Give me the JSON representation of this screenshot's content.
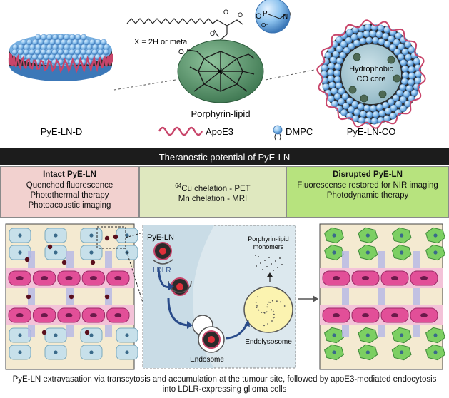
{
  "top": {
    "x_label": "X = 2H or metal",
    "metal_symbol": "X",
    "porphyrin_lipid_label": "Porphyrin-lipid",
    "disc_label": "PyE-LN-D",
    "sphere_label": "PyE-LN-CO",
    "core_label_line1": "Hydrophobic",
    "core_label_line2": "CO core",
    "legend_apoe3": "ApoE3",
    "legend_dmpc": "DMPC"
  },
  "banner": {
    "title": "Theranostic potential of PyE-LN"
  },
  "panels": {
    "intact": {
      "title": "Intact PyE-LN",
      "lines": [
        "Quenched fluorescence",
        "Photothermal therapy",
        "Photoacoustic imaging"
      ]
    },
    "middle": {
      "line1_sup": "64",
      "line1_text": "Cu chelation - PET",
      "line2": "Mn chelation - MRI"
    },
    "disrupted": {
      "title": "Disrupted PyE-LN",
      "lines": [
        "Fluorescense restored for NIR imaging",
        "Photodynamic therapy"
      ]
    }
  },
  "inset": {
    "pye_ln_label": "PyE-LN",
    "ldlr_label": "LDLR",
    "monomers_line1": "Porphyrin-lipid",
    "monomers_line2": "monomers",
    "endolysosome_label": "Endolysosome",
    "endosome_label": "Endosome"
  },
  "caption": {
    "line1": "PyE-LN extravasation via transcytosis and accumulation at the tumour site, followed by apoE3-mediated endocytosis",
    "line2": "into LDLR-expressing glioma cells"
  },
  "colors": {
    "dmpc_blue": "#7fb8e6",
    "apoe3_red": "#c8456a",
    "porphyrin_green": "#5c9a70",
    "intact_panel": "#f2d1cf",
    "middle_panel": "#dfe8bf",
    "disrupted_panel": "#b7e37e",
    "vessel_pink": "#e24f98",
    "cell_blue": "#c7e0ea",
    "cell_green": "#7ccf62"
  }
}
